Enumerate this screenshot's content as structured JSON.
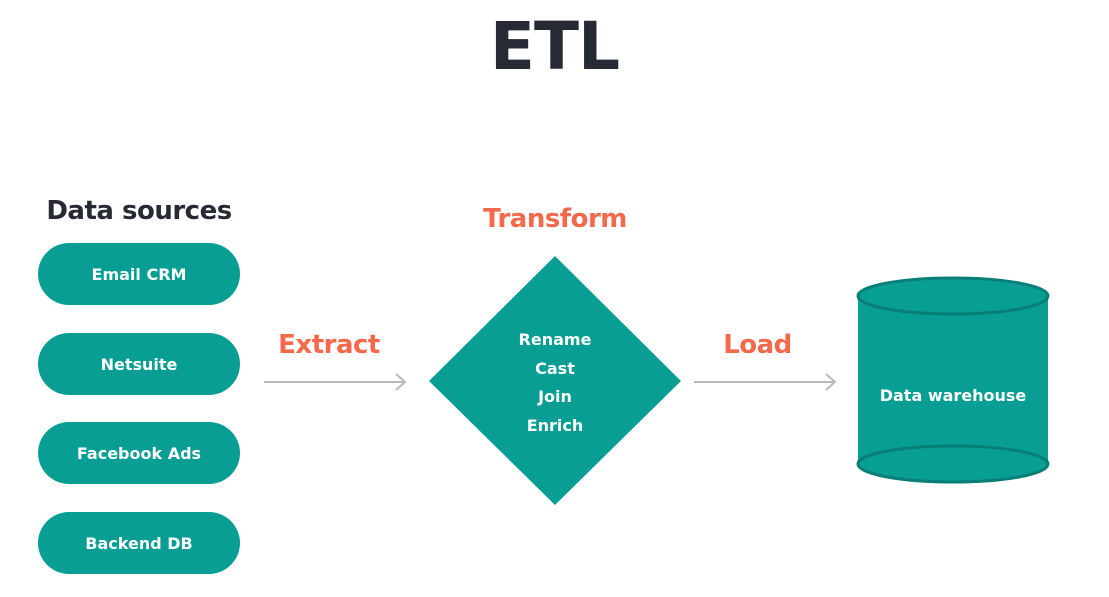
{
  "title": "ETL",
  "sources": {
    "heading": "Data sources",
    "items": [
      "Email CRM",
      "Netsuite",
      "Facebook Ads",
      "Backend DB"
    ]
  },
  "steps": {
    "extract": "Extract",
    "transform": "Transform",
    "load": "Load"
  },
  "transform_ops": [
    "Rename",
    "Cast",
    "Join",
    "Enrich"
  ],
  "destination": "Data warehouse",
  "colors": {
    "teal": "#089e94",
    "teal_dark": "#077f77",
    "coral": "#f4684c",
    "heading": "#262a35",
    "arrow": "#b9b9b9"
  }
}
